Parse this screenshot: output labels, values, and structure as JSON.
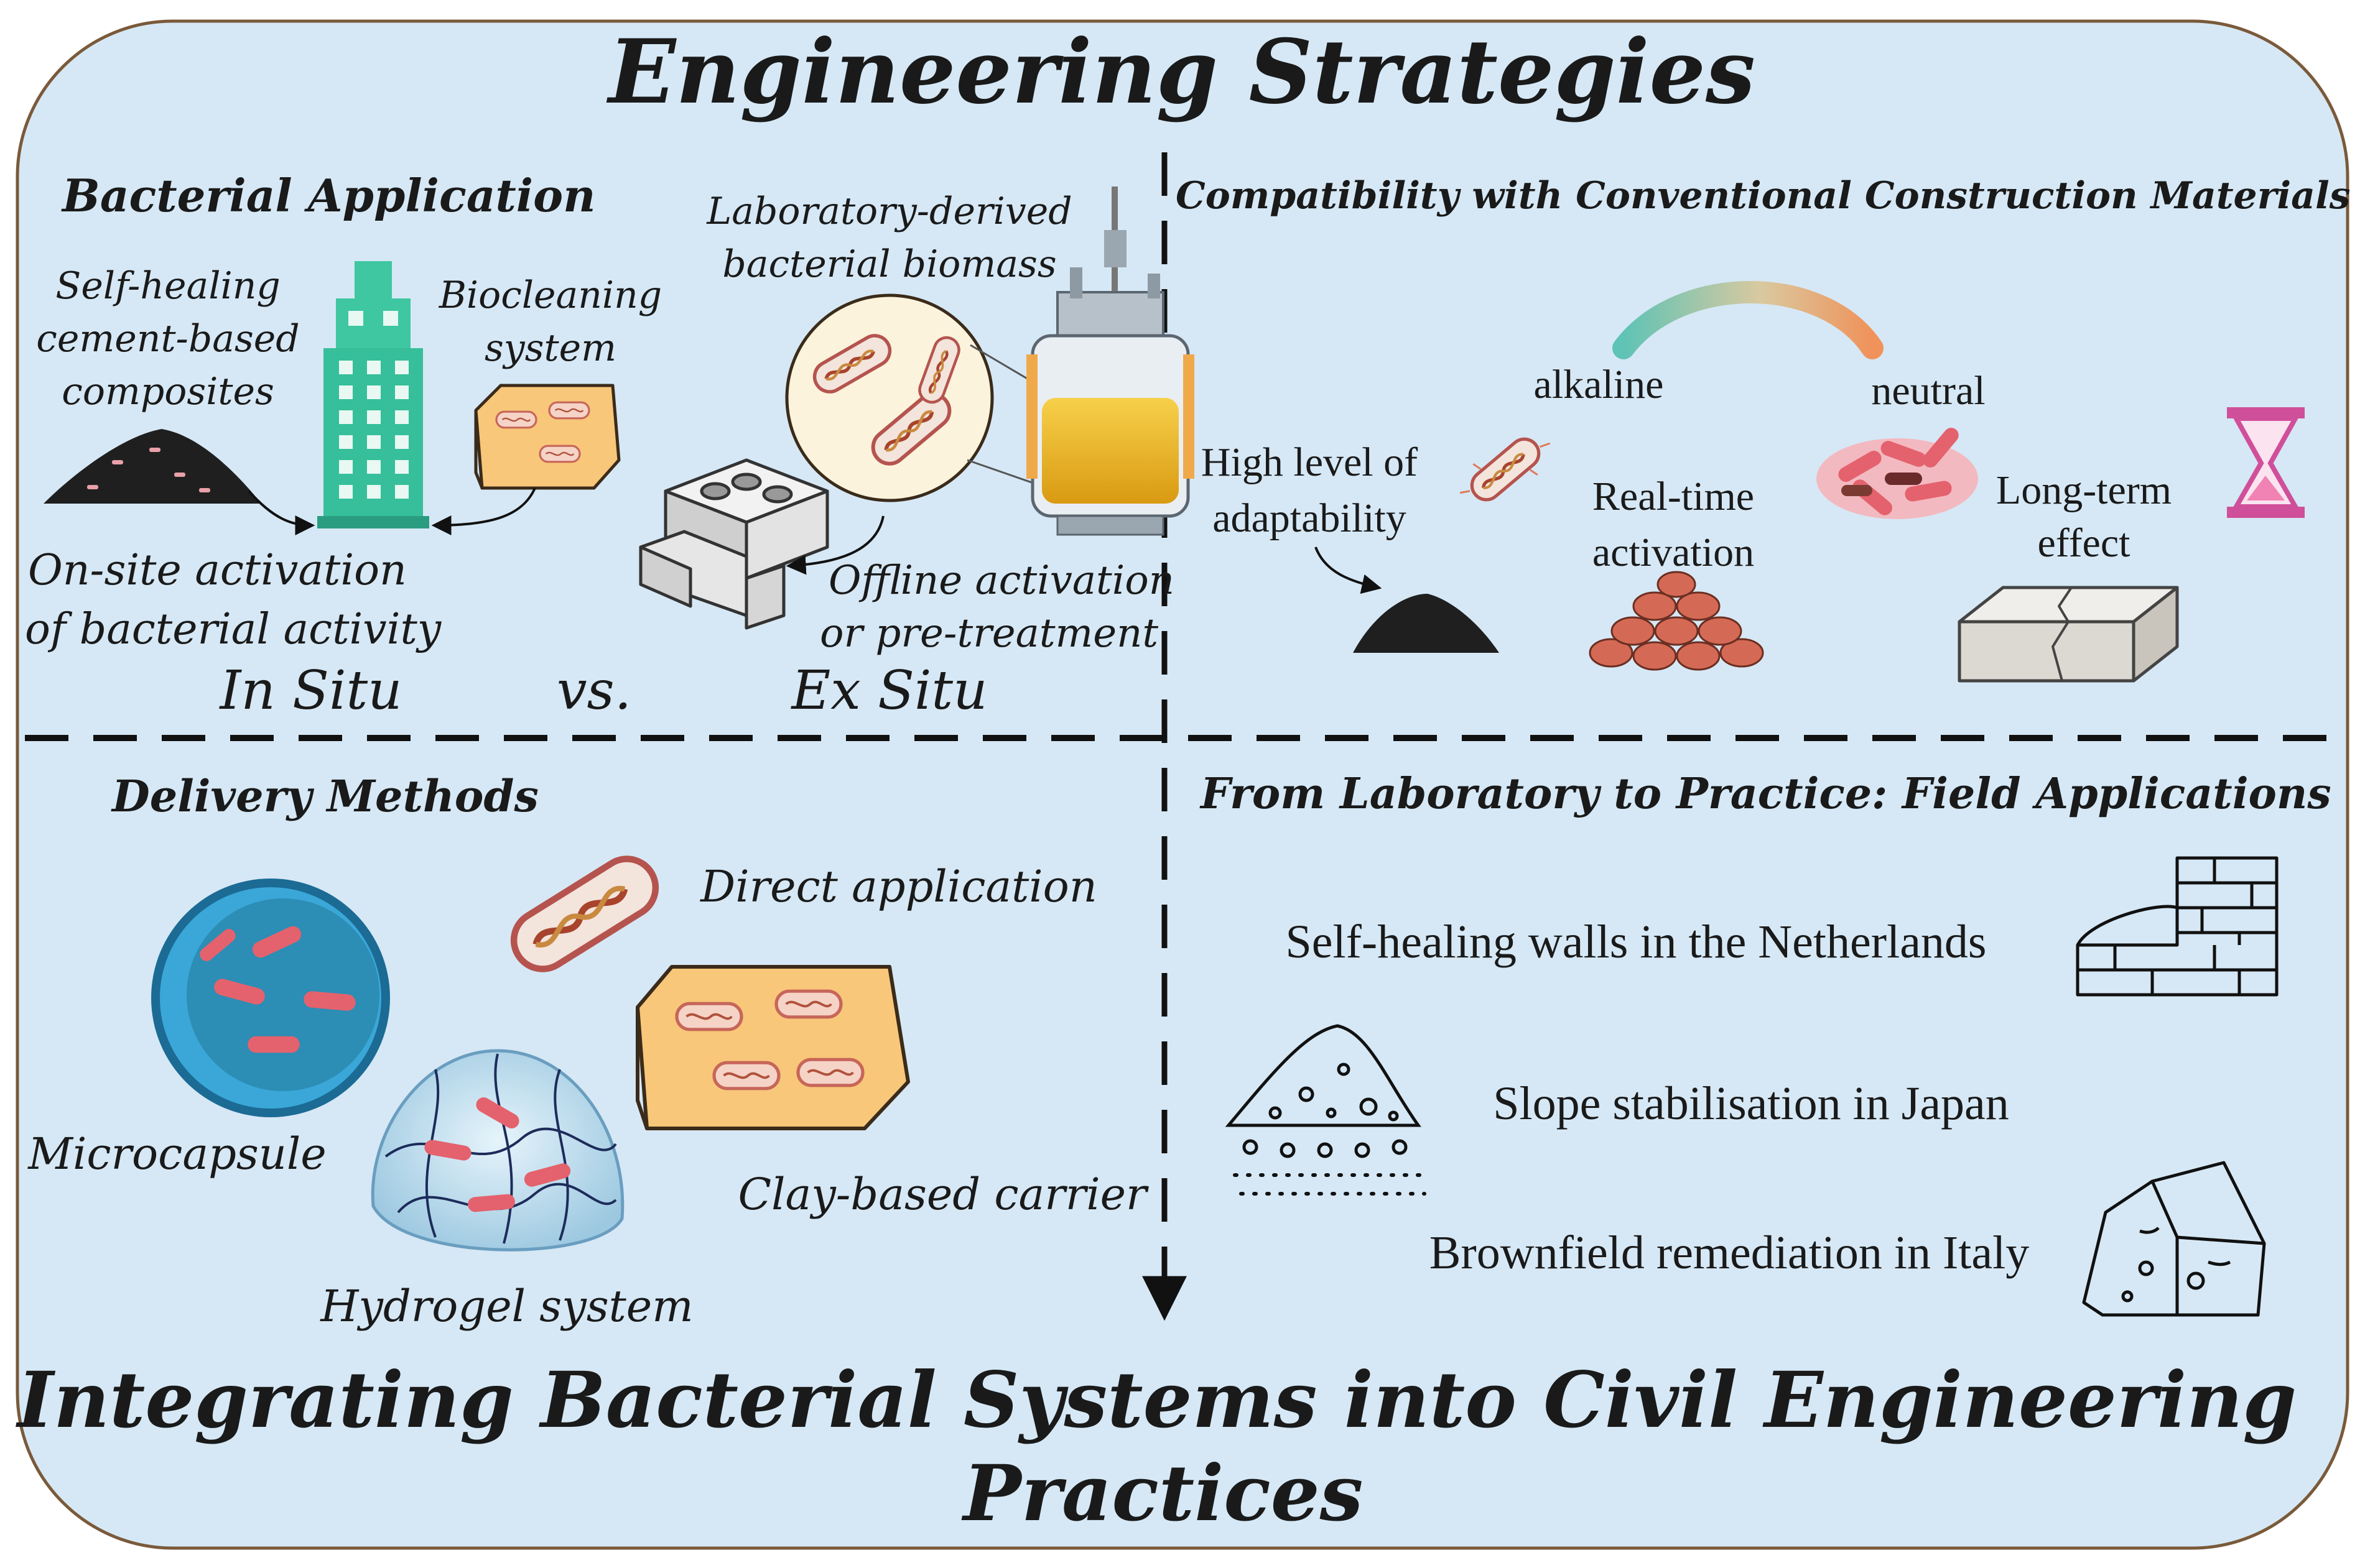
{
  "title": "Engineering Strategies",
  "footer": "Integrating Bacterial Systems into Civil Engineering Practices",
  "footer_lines": [
    "Integrating Bacterial Systems into Civil Engineering",
    "Practices"
  ],
  "colors": {
    "panel_bg": "#d6e8f5",
    "border": "#7a5a3a",
    "divider": "#111111",
    "text": "#1a1a1a"
  },
  "quadrants": {
    "bacterial_application": {
      "heading": "Bacterial Application",
      "self_healing": [
        "Self-healing",
        "cement-based",
        "composites"
      ],
      "biocleaning": [
        "Biocleaning",
        "system"
      ],
      "lab_biomass": [
        "Laboratory-derived",
        "bacterial biomass"
      ],
      "onsite": [
        "On-site activation",
        "of bacterial activity"
      ],
      "offline": [
        "Offline activation",
        "or pre-treatment"
      ],
      "in_situ": "In Situ",
      "vs": "vs.",
      "ex_situ": "Ex Situ"
    },
    "compatibility": {
      "heading": "Compatibility with Conventional Construction Materials",
      "alkaline": "alkaline",
      "neutral": "neutral",
      "high_level": [
        "High level of",
        "adaptability"
      ],
      "realtime": [
        "Real-time",
        "activation"
      ],
      "longterm": [
        "Long-term",
        "effect"
      ]
    },
    "delivery": {
      "heading": "Delivery Methods",
      "direct": "Direct application",
      "microcapsule": "Microcapsule",
      "clay": "Clay-based carrier",
      "hydrogel": "Hydrogel system"
    },
    "field": {
      "heading": "From Laboratory to Practice: Field Applications",
      "items": [
        "Self-healing walls in the Netherlands",
        "Slope stabilisation in Japan",
        "Brownfield remediation in Italy"
      ]
    }
  },
  "icons": [
    "skyscraper-icon",
    "bioreactor-icon",
    "bacterium-icon",
    "sponge-carrier-icon",
    "cement-powder-icon",
    "concrete-blocks-icon",
    "hourglass-icon",
    "cracked-slab-icon",
    "gravel-pile-icon",
    "microcapsule-icon",
    "hydrogel-icon",
    "brick-wall-icon",
    "slope-soil-icon",
    "rock-icon"
  ]
}
